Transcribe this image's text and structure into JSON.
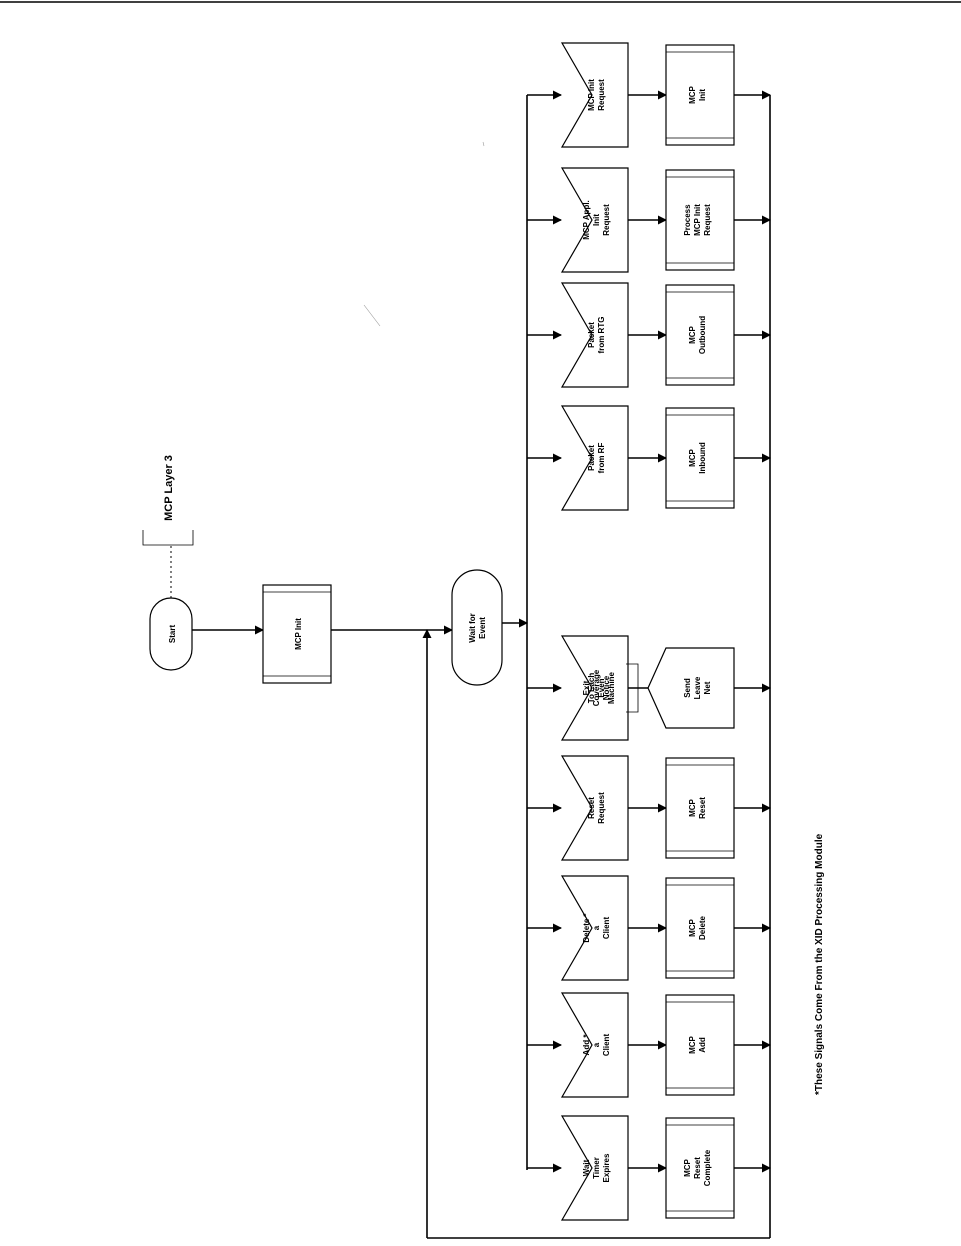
{
  "diagram": {
    "layer_label": "MCP Layer 3",
    "start": "Start",
    "init": "MCP Init",
    "wait": [
      "Wait for",
      "Event"
    ],
    "footnote": "*These Signals Come From the XID Processing Module",
    "events": [
      {
        "signal": [
          "MCP Init",
          "Request"
        ],
        "process": [
          "MCP",
          "Init"
        ],
        "process_type": "box"
      },
      {
        "signal": [
          "MCP Appl.",
          "Init",
          "Request"
        ],
        "process": [
          "Process",
          "MCP Init",
          "Request"
        ],
        "process_type": "box"
      },
      {
        "signal": [
          "Packet",
          "from RTG"
        ],
        "process": [
          "MCP",
          "Outbound"
        ],
        "process_type": "box"
      },
      {
        "signal": [
          "Packet",
          "from RF"
        ],
        "process": [
          "MCP",
          "Inbound"
        ],
        "process_type": "box"
      },
      {
        "signal": [
          "Exit",
          "Coverage",
          "Notice"
        ],
        "process": [
          "Send",
          "Leave",
          "Net"
        ],
        "process_type": "output",
        "output_note": [
          "To Each",
          "Even",
          "Machine"
        ]
      },
      {
        "signal": [
          "Reset",
          "Request"
        ],
        "process": [
          "MCP",
          "Reset"
        ],
        "process_type": "box"
      },
      {
        "signal": [
          "Delete *",
          "a",
          "Client"
        ],
        "process": [
          "MCP",
          "Delete"
        ],
        "process_type": "box"
      },
      {
        "signal": [
          "Add *",
          "a",
          "Client"
        ],
        "process": [
          "MCP",
          "Add"
        ],
        "process_type": "box"
      },
      {
        "signal": [
          "Wait",
          "Timer",
          "Expires"
        ],
        "process": [
          "MCP",
          "Reset",
          "Complete"
        ],
        "process_type": "box"
      }
    ]
  }
}
